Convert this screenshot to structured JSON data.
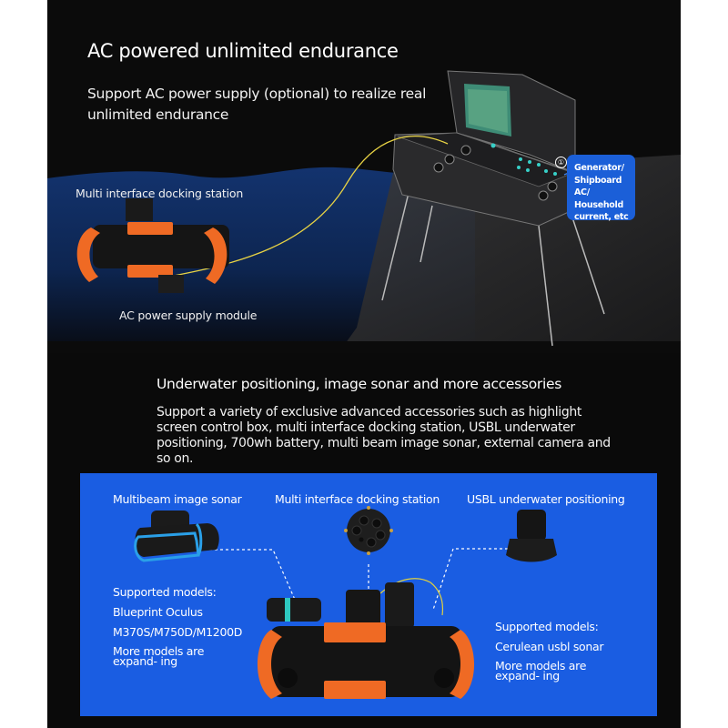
{
  "section_power": {
    "title": "AC powered unlimited endurance",
    "subtitle": "Support AC power supply (optional) to realize real unlimited endurance",
    "labels": {
      "docking_station": "Multi interface docking station",
      "ac_module": "AC power supply module"
    },
    "callout": {
      "badge": "①",
      "text": "Generator/ Shipboard AC/ Household current, etc",
      "color": "#1b5fd8"
    }
  },
  "section_accessories": {
    "title": "Underwater positioning, image sonar and more accessories",
    "subtitle": "Support a variety of exclusive advanced accessories such as highlight screen control box, multi interface docking station, USBL underwater positioning, 700wh battery, multi beam image sonar, external camera and so on.",
    "panel_color": "#1a5de2",
    "items": [
      {
        "label": "Multibeam image sonar"
      },
      {
        "label": "Multi interface docking station"
      },
      {
        "label": "USBL underwater positioning"
      }
    ],
    "sonar_models": {
      "heading": "Supported models:",
      "line1": "Blueprint Oculus",
      "line2": "M370S/M750D/M1200D",
      "more": "More models are expand- ing"
    },
    "usbl_models": {
      "heading": "Supported models:",
      "line1": "Cerulean usbl sonar",
      "more": "More models are expand- ing"
    }
  }
}
